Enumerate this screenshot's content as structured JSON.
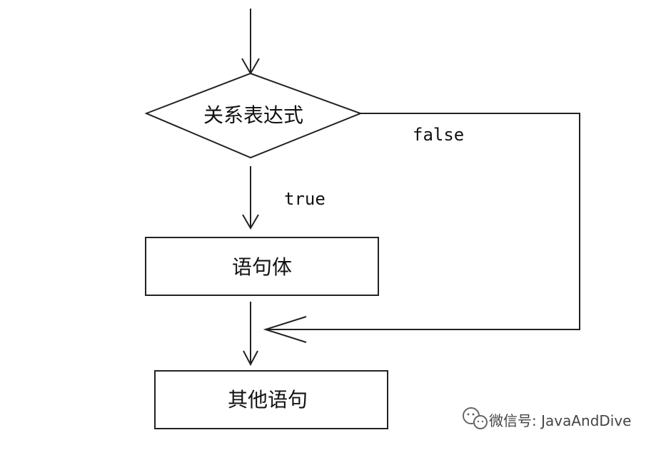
{
  "diagram": {
    "decision_label": "关系表达式",
    "true_label": "true",
    "false_label": "false",
    "body_label": "语句体",
    "next_label": "其他语句"
  },
  "watermark": {
    "text": "微信号: JavaAndDive",
    "icon": "wechat-icon"
  }
}
